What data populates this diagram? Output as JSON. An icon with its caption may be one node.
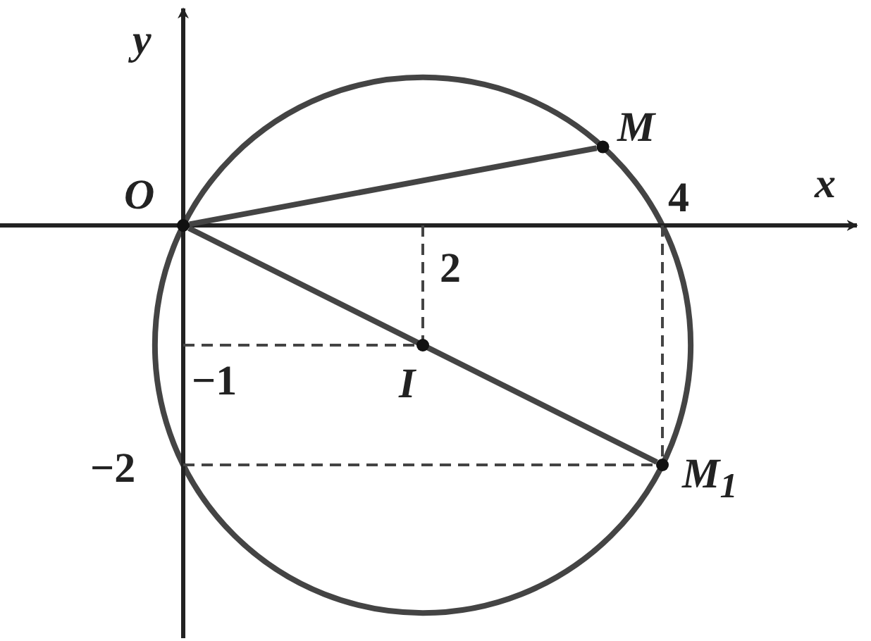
{
  "diagram": {
    "nodes": [
      {
        "text": [],
        "shape": "circle"
      },
      {
        "text": [],
        "shape": "circle"
      },
      {
        "text": [],
        "shape": "circle"
      },
      {
        "text": [],
        "shape": "circle"
      }
    ],
    "edges": [
      {
        "from": 0,
        "to": 1,
        "arrow": "none"
      },
      {
        "from": 0,
        "to": 3,
        "arrow": "none"
      }
    ],
    "labels": [
      "y",
      "M",
      "O",
      "4",
      "x",
      "2",
      "−1",
      "I",
      "−2",
      "M$_{1}$"
    ]
  }
}
